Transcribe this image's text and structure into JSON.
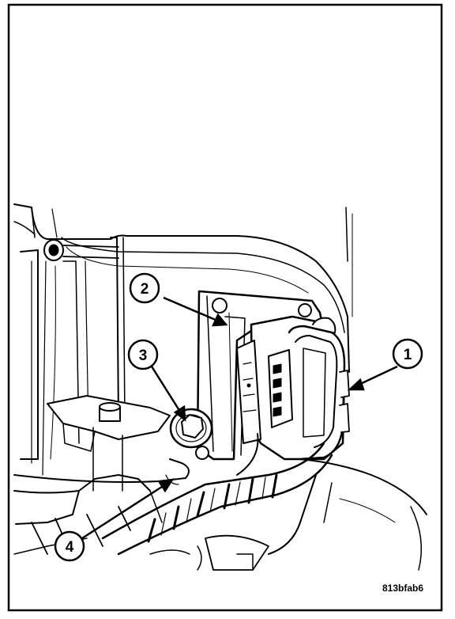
{
  "figure": {
    "reference_code": "813bfab6",
    "callouts": [
      {
        "id": "callout-1",
        "label": "1"
      },
      {
        "id": "callout-2",
        "label": "2"
      },
      {
        "id": "callout-3",
        "label": "3"
      },
      {
        "id": "callout-4",
        "label": "4"
      }
    ]
  }
}
